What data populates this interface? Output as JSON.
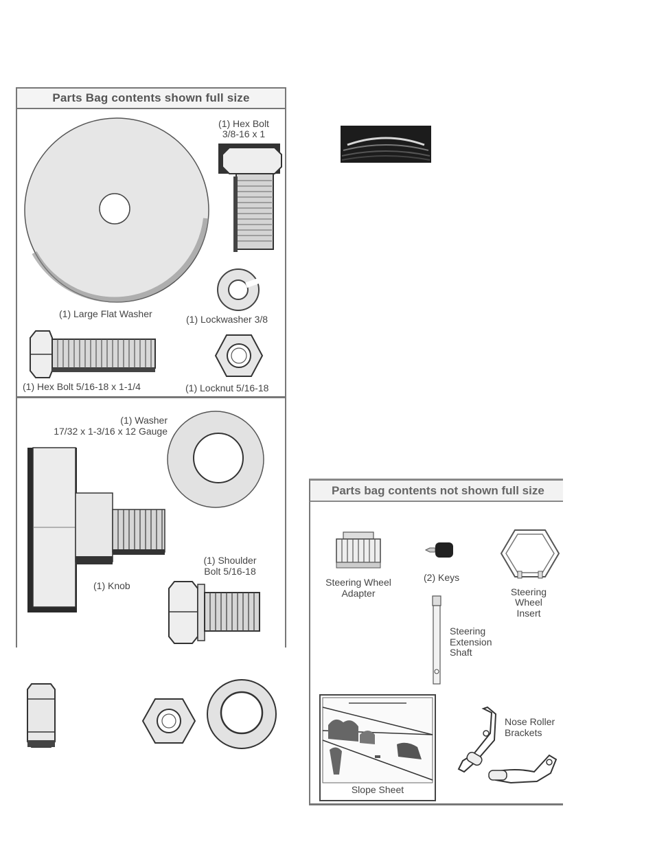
{
  "full_size": {
    "title": "Parts Bag contents shown full size",
    "hex_bolt_3_8": {
      "line1": "(1) Hex Bolt",
      "line2": "3/8-16 x 1"
    },
    "large_flat_washer": "(1) Large Flat Washer",
    "lockwasher": "(1) Lockwasher  3/8",
    "hex_bolt_5_16": "(1) Hex Bolt  5/16-18 x 1-1/4",
    "locknut": "(1) Locknut  5/16-18",
    "washer": {
      "line1": "(1) Washer",
      "line2": "17/32 x 1-3/16 x 12 Gauge"
    },
    "knob": "(1) Knob",
    "shoulder_bolt": {
      "line1": "(1) Shoulder",
      "line2": "Bolt  5/16-18"
    }
  },
  "not_full_size": {
    "title": "Parts bag contents not shown full size",
    "steering_wheel_adapter": {
      "line1": "Steering Wheel",
      "line2": "Adapter"
    },
    "keys": "(2) Keys",
    "steering_wheel_insert": {
      "line1": "Steering",
      "line2": "Wheel",
      "line3": "Insert"
    },
    "steering_extension_shaft": {
      "line1": "Steering",
      "line2": "Extension",
      "line3": "Shaft"
    },
    "slope_sheet": "Slope Sheet",
    "nose_roller_brackets": {
      "line1": "Nose Roller",
      "line2": "Brackets"
    }
  },
  "colors": {
    "border": "#777777",
    "text": "#444444",
    "title_bg": "#f4f4f4"
  }
}
